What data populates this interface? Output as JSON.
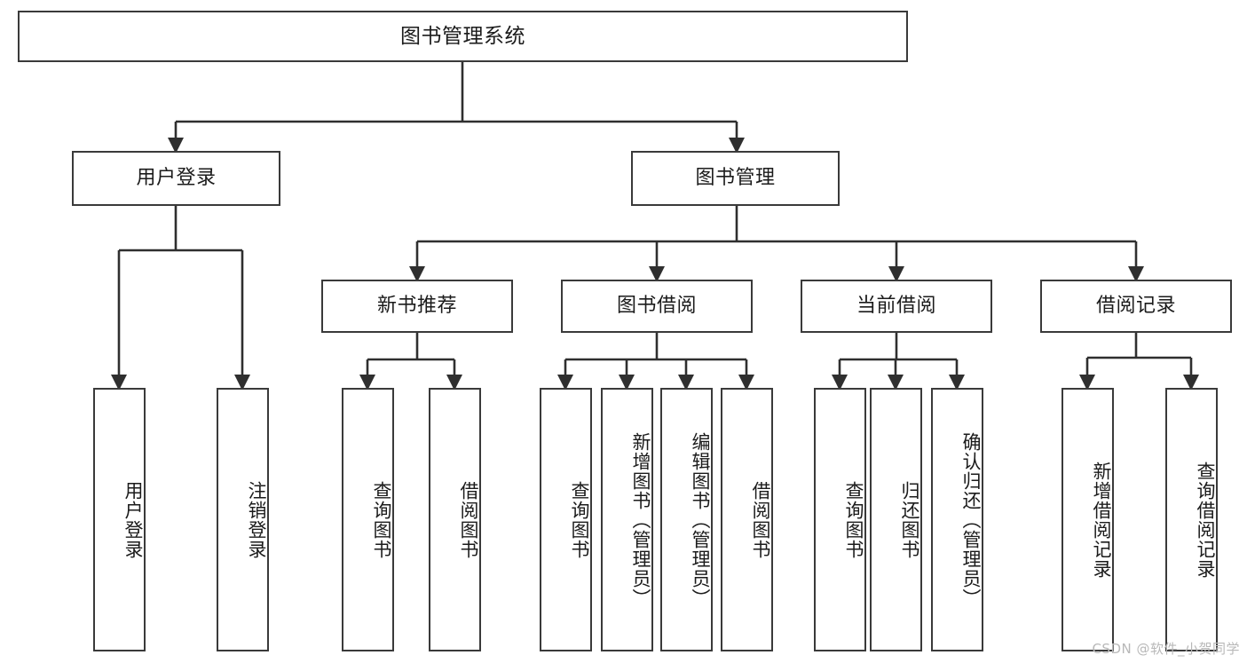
{
  "diagram": {
    "title": "图书管理系统",
    "type": "tree",
    "watermark": "CSDN @软件_小贺同学",
    "colors": {
      "box_border": "#3a3a3a",
      "box_fill": "#ffffff",
      "edge": "#2f2f2f",
      "text": "#1b1b1b",
      "watermark": "#b8b8b8",
      "background": "#ffffff"
    },
    "nodes": {
      "root": {
        "label": "图书管理系统"
      },
      "level2": [
        {
          "id": "user-login",
          "label": "用户登录"
        },
        {
          "id": "book-manage",
          "label": "图书管理"
        }
      ],
      "level3": [
        {
          "id": "new-book-recommend",
          "label": "新书推荐"
        },
        {
          "id": "book-borrow",
          "label": "图书借阅"
        },
        {
          "id": "current-borrow",
          "label": "当前借阅"
        },
        {
          "id": "borrow-record",
          "label": "借阅记录"
        }
      ],
      "leaves": [
        {
          "id": "leaf-user-login",
          "label": "用户登录",
          "parent": "user-login"
        },
        {
          "id": "leaf-logout-login",
          "label": "注销登录",
          "parent": "user-login"
        },
        {
          "id": "leaf-query-book-1",
          "label": "查询图书",
          "parent": "new-book-recommend"
        },
        {
          "id": "leaf-borrow-book-1",
          "label": "借阅图书",
          "parent": "new-book-recommend"
        },
        {
          "id": "leaf-query-book-2",
          "label": "查询图书",
          "parent": "book-borrow"
        },
        {
          "id": "leaf-add-book",
          "label": "新增图书（管理员）",
          "parent": "book-borrow"
        },
        {
          "id": "leaf-edit-book",
          "label": "编辑图书（管理员）",
          "parent": "book-borrow"
        },
        {
          "id": "leaf-borrow-book-2",
          "label": "借阅图书",
          "parent": "book-borrow"
        },
        {
          "id": "leaf-query-book-3",
          "label": "查询图书",
          "parent": "current-borrow"
        },
        {
          "id": "leaf-return-book",
          "label": "归还图书",
          "parent": "current-borrow"
        },
        {
          "id": "leaf-confirm-return",
          "label": "确认归还（管理员）",
          "parent": "current-borrow"
        },
        {
          "id": "leaf-add-record",
          "label": "新增借阅记录",
          "parent": "borrow-record"
        },
        {
          "id": "leaf-query-record",
          "label": "查询借阅记录",
          "parent": "borrow-record"
        }
      ]
    }
  }
}
